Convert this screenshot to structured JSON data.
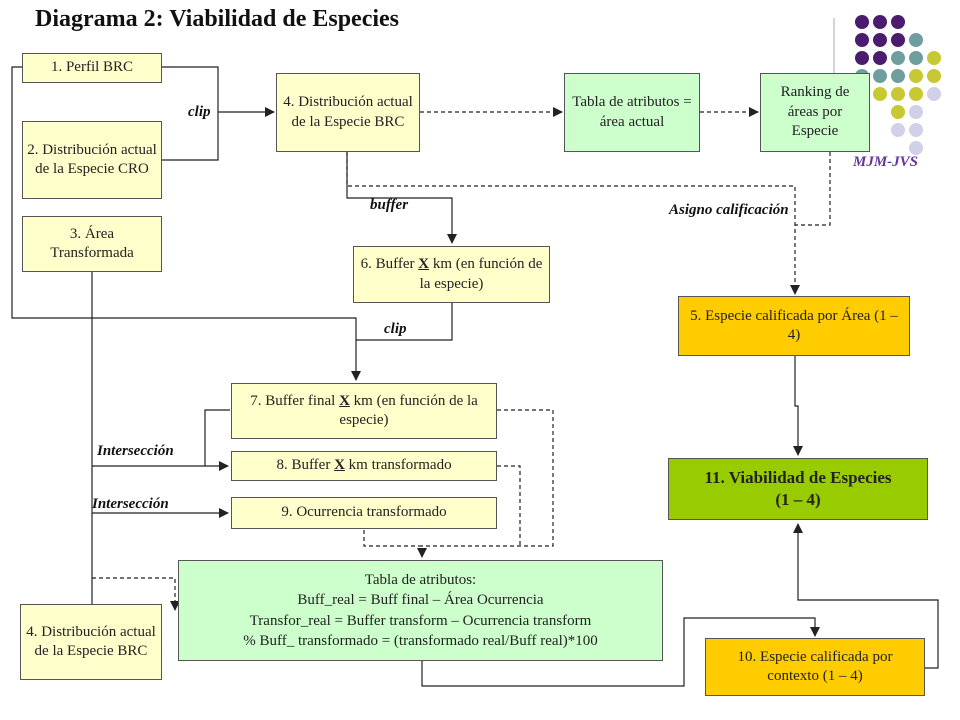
{
  "title": "Diagrama 2: Viabilidad de Especies",
  "signature": "MJM-JVS",
  "boxes": {
    "perfil": "1. Perfil BRC",
    "dist_cro": "2. Distribución actual de la Especie CRO",
    "area_transf": "3. Área Transformada",
    "dist_brc_top": "4. Distribución actual de la Especie BRC",
    "tabla_area": "Tabla de atributos = área actual",
    "ranking": "Ranking de áreas por Especie",
    "buffer6_pre": "6. Buffer ",
    "buffer6_x": "X",
    "buffer6_post": " km (en función de la especie)",
    "calif_area": "5. Especie calificada por Área (1 – 4)",
    "buffer7_pre": "7. Buffer final ",
    "buffer7_x": "X",
    "buffer7_post": " km (en función de la especie)",
    "buffer8_pre": "8. Buffer ",
    "buffer8_x": "X",
    "buffer8_post": " km transformado",
    "ocurrencia9": "9. Ocurrencia transformado",
    "viab_line1": "11. Viabilidad de Especies",
    "viab_line2": "(1 – 4)",
    "tabla_attr_lines": [
      "Tabla de atributos:",
      "Buff_real = Buff final – Área Ocurrencia",
      "Transfor_real = Buffer transform – Ocurrencia transform",
      "% Buff_ transformado = (transformado real/Buff real)*100"
    ],
    "dist_brc_bottom": "4. Distribución actual de la Especie BRC",
    "calif_contexto": "10. Especie calificada por contexto (1 – 4)"
  },
  "labels": {
    "clip1": "clip",
    "buffer": "buffer",
    "asigno": "Asigno calificación",
    "clip2": "clip",
    "inter1": "Intersección",
    "inter2": "Intersección"
  },
  "colors": {
    "yellow": "#ffffcc",
    "green": "#ccffcc",
    "orange": "#ffcc00",
    "lime": "#99cc00",
    "purple": "#4b1b6e",
    "teal": "#6f9e9e",
    "olive": "#c8c832",
    "lavender": "#d0d0e8"
  }
}
